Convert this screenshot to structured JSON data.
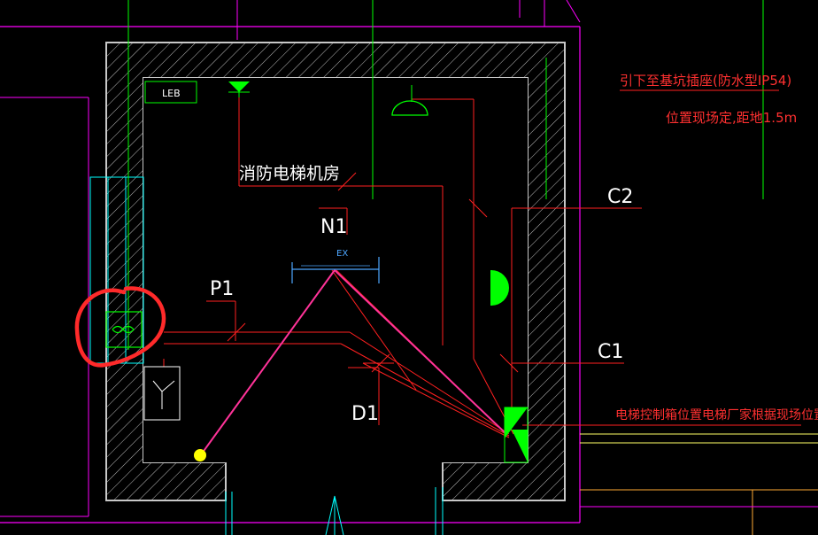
{
  "room_label": "消防电梯机房",
  "equipment_labels": {
    "leb": "LEB",
    "ex": "EX"
  },
  "circuit_labels": {
    "n1": "N1",
    "p1": "P1",
    "d1": "D1",
    "c1": "C1",
    "c2": "C2"
  },
  "annotations": {
    "socket_line1": "引下至基坑插座(防水型IP54)",
    "socket_line2": "位置现场定,距地1.5m",
    "control_box": "电梯控制箱位置电梯厂家根据现场位置定"
  },
  "colors": {
    "background": "#000000",
    "wall_hatch": "#c8c8c8",
    "wire_red": "#ff2020",
    "annotation_red": "#ff3030",
    "green": "#00ff00",
    "magenta": "#ff00ff",
    "pink_wire": "#ff3399",
    "cyan": "#00ffff",
    "blue_dim": "#4da6ff",
    "yellow": "#ffff00",
    "orange": "#ffaa33",
    "highlight_circle": "#ff2a2a"
  }
}
